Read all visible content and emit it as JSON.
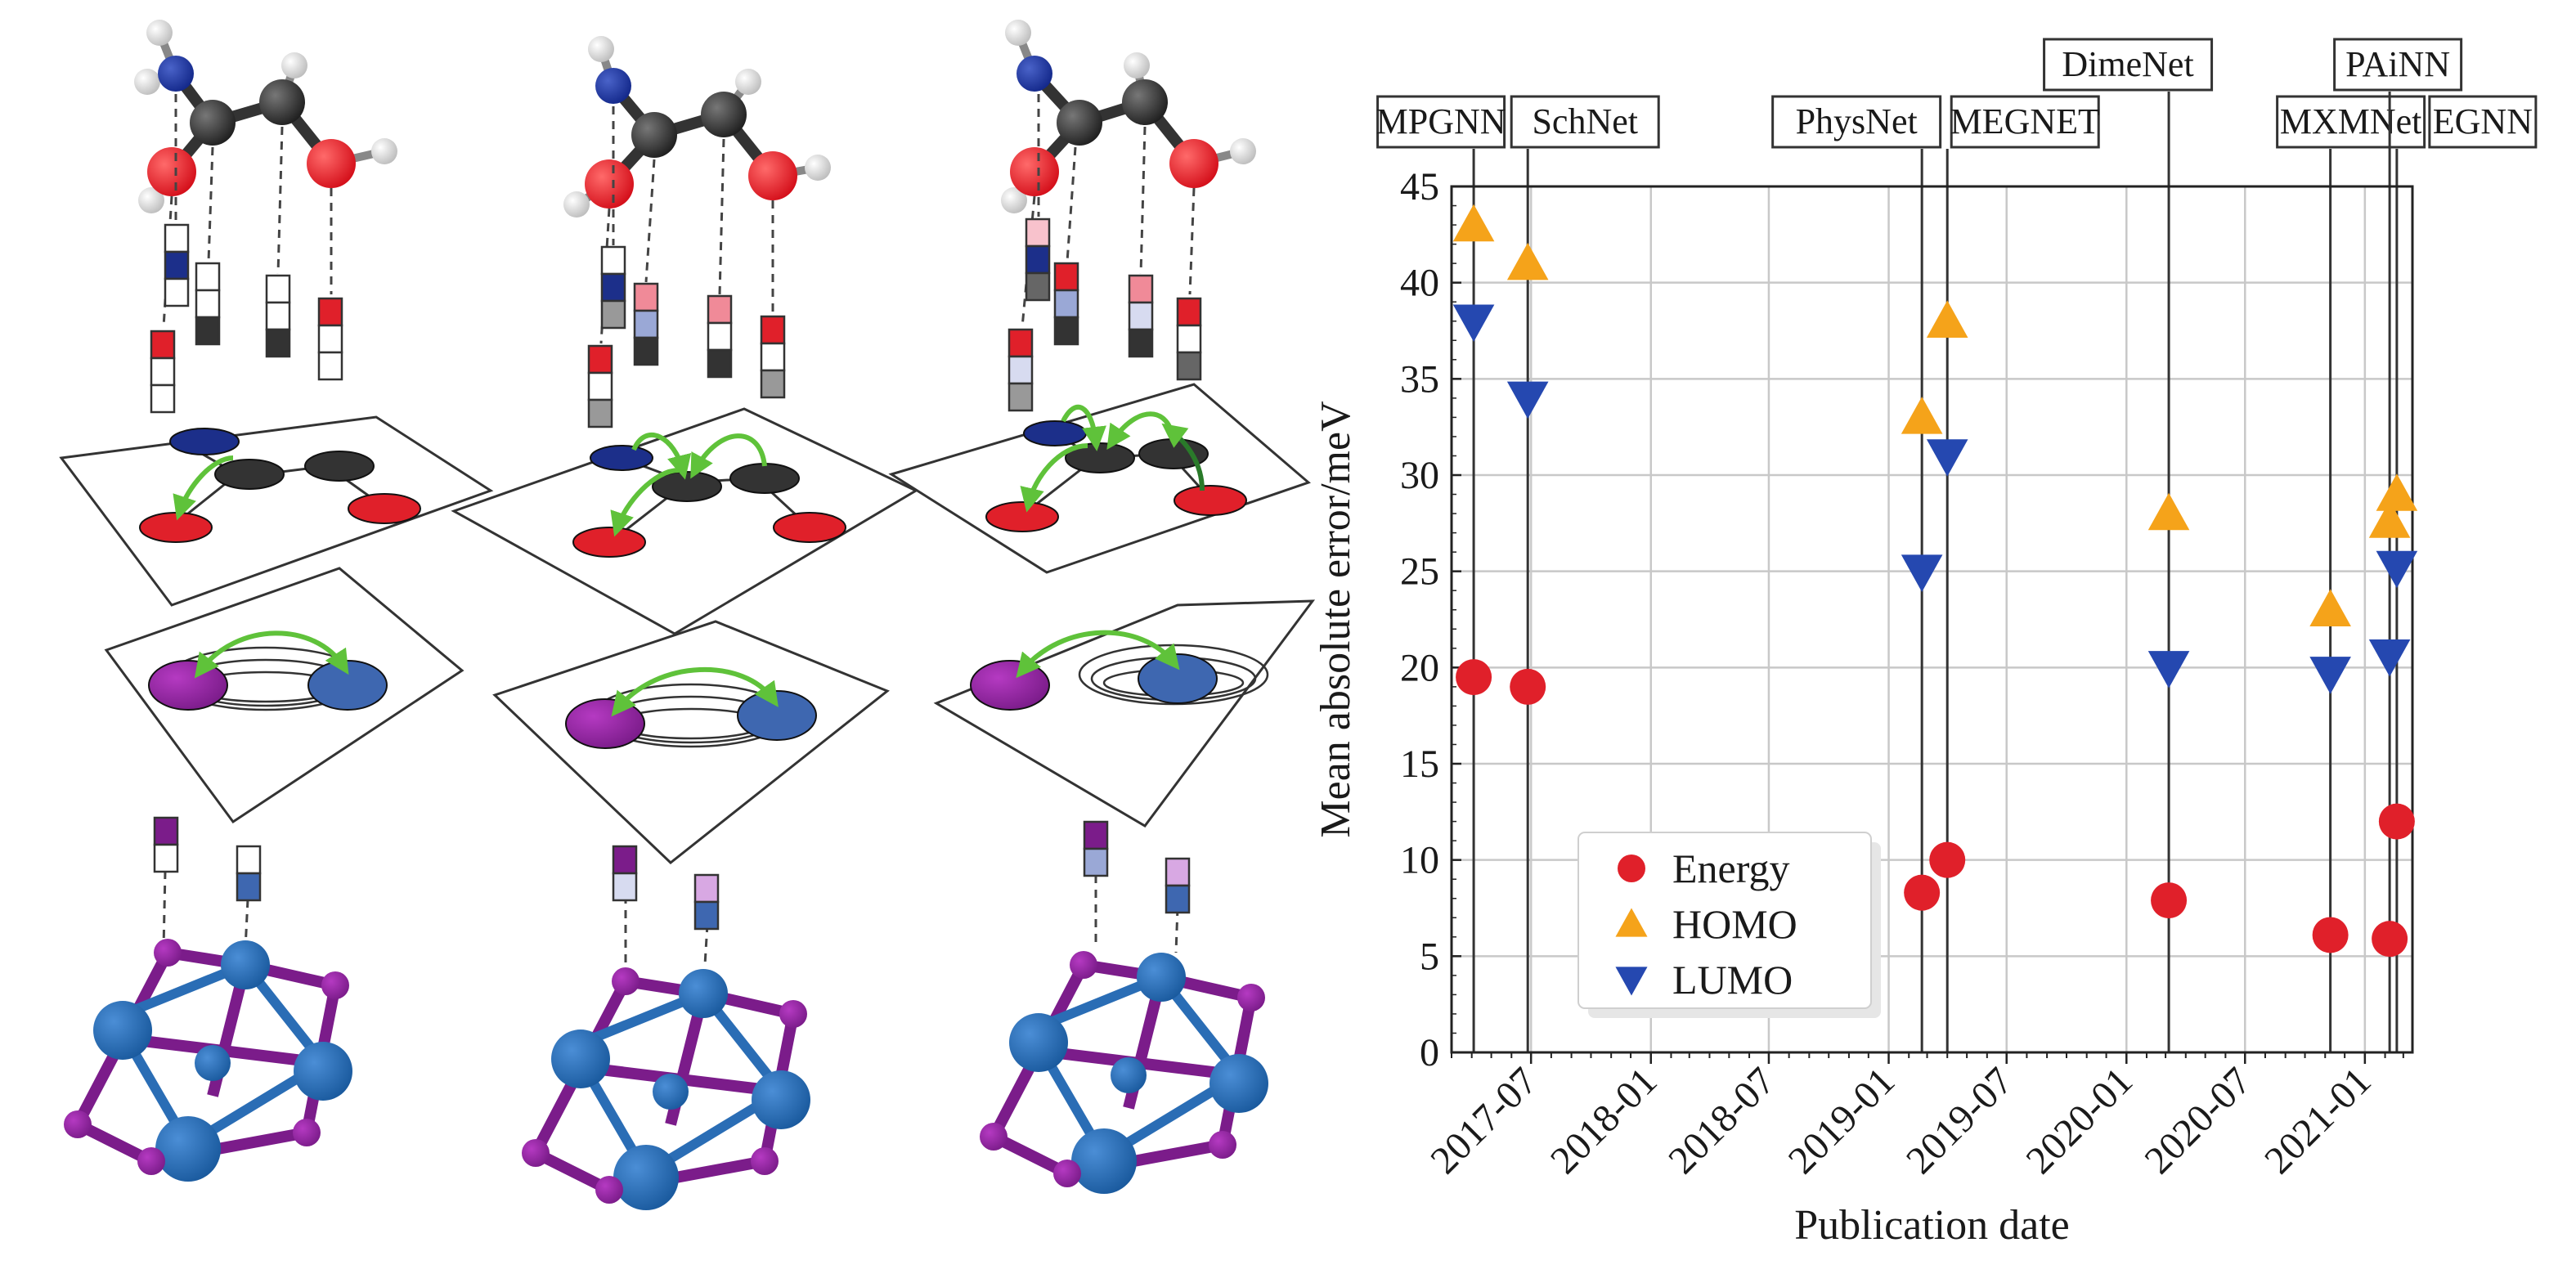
{
  "chart_data": {
    "type": "scatter",
    "xlabel": "Publication date",
    "ylabel": "Mean absolute error/meV",
    "ylim": [
      0,
      45
    ],
    "y_ticks": [
      0,
      5,
      10,
      15,
      20,
      25,
      30,
      35,
      40,
      45
    ],
    "x_range": [
      "2017-03-01",
      "2021-03-15"
    ],
    "x_tick_labels": [
      "2017-07",
      "2018-01",
      "2018-07",
      "2019-01",
      "2019-07",
      "2020-01",
      "2020-07",
      "2021-01"
    ],
    "grid": true,
    "legend_position": "bottom-left",
    "models": [
      {
        "name": "MPGNN",
        "date": "2017-04-04"
      },
      {
        "name": "SchNet",
        "date": "2017-06-26"
      },
      {
        "name": "PhysNet",
        "date": "2019-02-21"
      },
      {
        "name": "MEGNET",
        "date": "2019-04-01"
      },
      {
        "name": "DimeNet",
        "date": "2020-03-06"
      },
      {
        "name": "MXMNet",
        "date": "2020-11-09"
      },
      {
        "name": "PAiNN",
        "date": "2021-02-08"
      },
      {
        "name": "EGNN",
        "date": "2021-02-19"
      }
    ],
    "series": [
      {
        "name": "Energy",
        "marker": "circle",
        "color": "#e0202a",
        "points": [
          [
            "2017-04-04",
            19.5
          ],
          [
            "2017-06-26",
            19.0
          ],
          [
            "2019-02-21",
            8.3
          ],
          [
            "2019-04-01",
            10.0
          ],
          [
            "2020-03-06",
            7.9
          ],
          [
            "2020-11-09",
            6.1
          ],
          [
            "2021-02-08",
            5.9
          ],
          [
            "2021-02-19",
            12.0
          ]
        ]
      },
      {
        "name": "HOMO",
        "marker": "triangle-up",
        "color": "#f5a31a",
        "points": [
          [
            "2017-04-04",
            43.0
          ],
          [
            "2017-06-26",
            41.0
          ],
          [
            "2019-02-21",
            33.0
          ],
          [
            "2019-04-01",
            38.0
          ],
          [
            "2020-03-06",
            28.0
          ],
          [
            "2020-11-09",
            23.0
          ],
          [
            "2021-02-08",
            27.6
          ],
          [
            "2021-02-19",
            29.0
          ]
        ]
      },
      {
        "name": "LUMO",
        "marker": "triangle-down",
        "color": "#2548b0",
        "points": [
          [
            "2017-04-04",
            38.0
          ],
          [
            "2017-06-26",
            34.0
          ],
          [
            "2019-02-21",
            25.0
          ],
          [
            "2019-04-01",
            31.0
          ],
          [
            "2020-03-06",
            20.0
          ],
          [
            "2020-11-09",
            19.7
          ],
          [
            "2021-02-08",
            20.6
          ],
          [
            "2021-02-19",
            25.2
          ]
        ]
      }
    ]
  }
}
